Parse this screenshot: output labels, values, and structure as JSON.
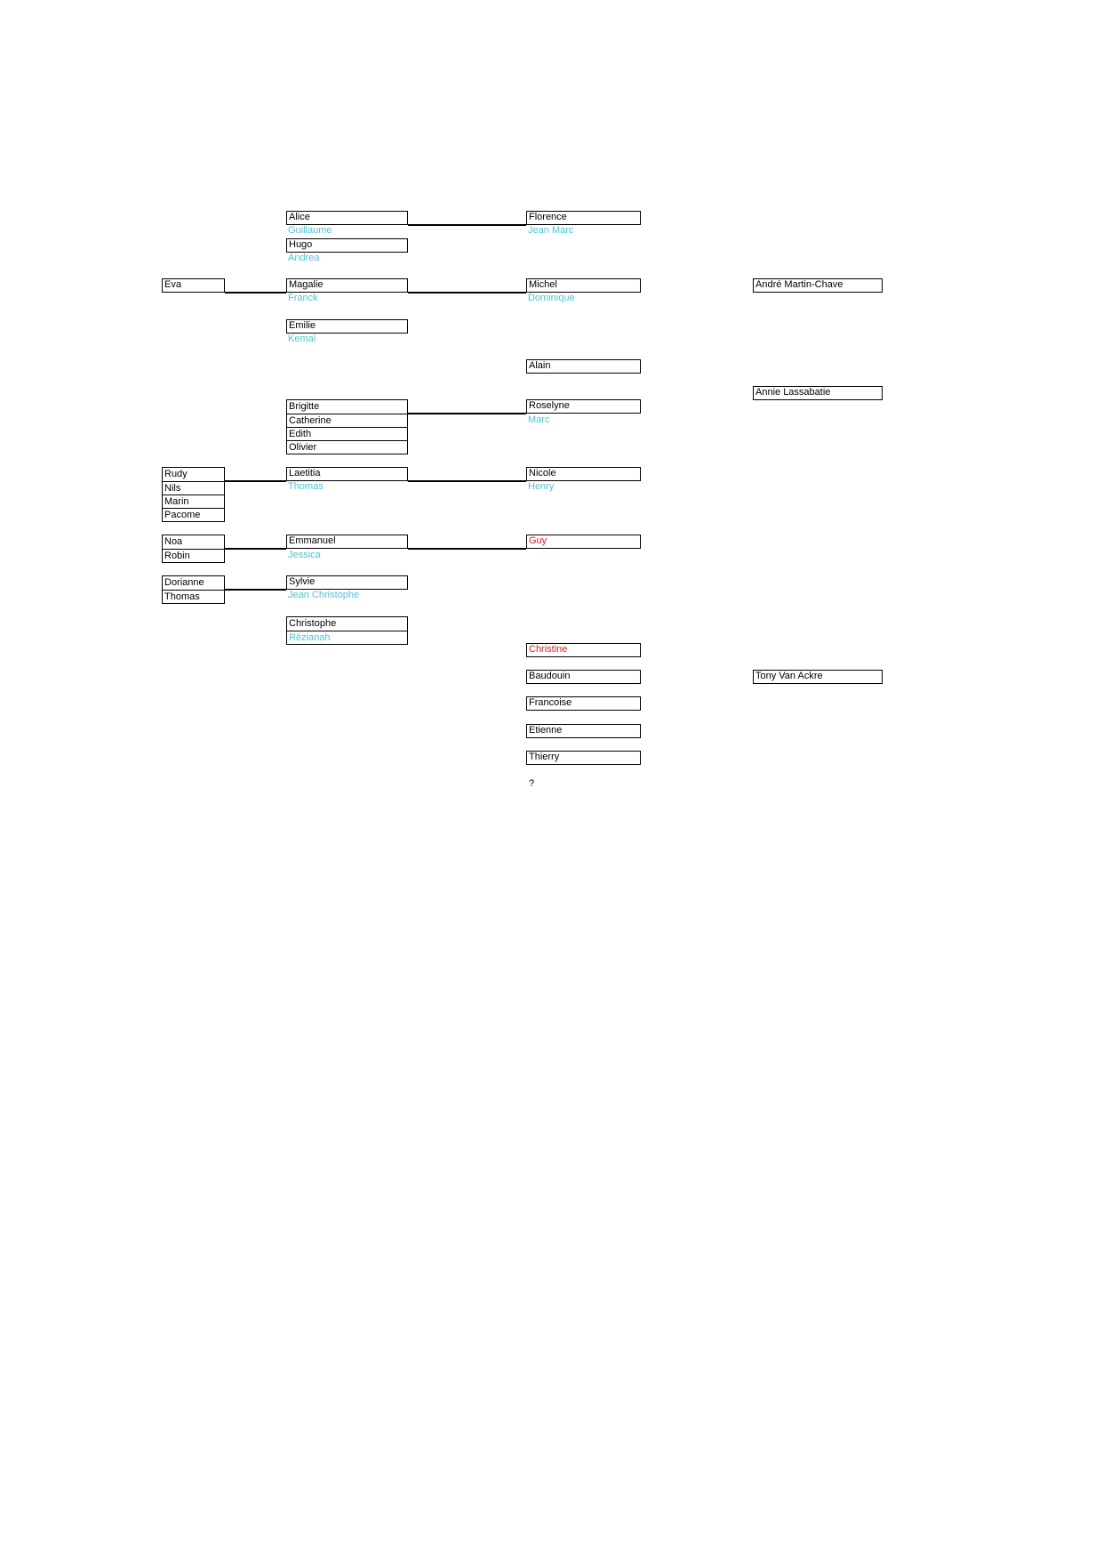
{
  "col_eva": "Eva",
  "col_rudy": [
    "Rudy",
    "Nils",
    "Marin",
    "Pacome"
  ],
  "col_noa": [
    "Noa",
    "Robin"
  ],
  "col_dorianne": [
    "Dorianne",
    "Thomas"
  ],
  "g2": {
    "alice": "Alice",
    "alice_partner": "Guillaume",
    "hugo": "Hugo",
    "hugo_partner": "Andrea",
    "magalie": "Magalie",
    "magalie_partner": "Franck",
    "emilie": "Emilie",
    "emilie_partner": "Kemal",
    "brigitte_group": [
      "Brigitte",
      "Catherine",
      "Edith",
      "Olivier"
    ],
    "laetitia": "Laetitia",
    "laetitia_partner": "Thomas",
    "emmanuel": "Emmanuel",
    "emmanuel_partner": "Jessica",
    "sylvie": "Sylvie",
    "sylvie_partner": "Jean Christophe",
    "christophe": "Christophe",
    "christophe_partner": "Rézianah"
  },
  "g3": {
    "florence": "Florence",
    "florence_partner": "Jean Marc",
    "michel": "Michel",
    "michel_partner": "Dominique",
    "alain": "Alain",
    "roselyne": "Roselyne",
    "roselyne_partner": "Marc",
    "nicole": "Nicole",
    "nicole_partner": "Henry",
    "guy": "Guy",
    "christine": "Christine",
    "baudouin": "Baudouin",
    "francoise": "Francoise",
    "etienne": "Etienne",
    "thierry": "Thierry",
    "unknown": "?"
  },
  "g4": {
    "andre": "André Martin-Chave",
    "annie": "Annie Lassabatie",
    "tony": "Tony Van Ackre"
  },
  "colors": {
    "partner": "#4fc3d6",
    "highlight": "#d0261f",
    "border": "#000000"
  }
}
